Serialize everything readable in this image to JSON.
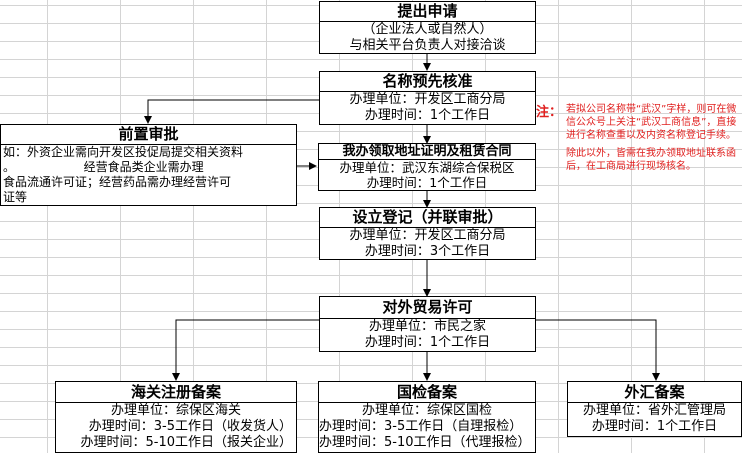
{
  "step_submit": {
    "title": "提出申请",
    "lines": [
      "（企业法人或自然人）",
      "与相关平台负责人对接洽谈"
    ]
  },
  "step_name": {
    "title": "名称预先核准",
    "lines": [
      "办理单位：开发区工商分局",
      "办理时间：1个工作日"
    ]
  },
  "step_preapproval": {
    "title": "前置审批",
    "lines": [
      "如：外资企业需向开发区投促局提交相关资料",
      "。                  经营食品类企业需办理",
      "食品流通许可证；经营药品需办理经营许可",
      "证等"
    ]
  },
  "step_address": {
    "title": "我办领取地址证明及租赁合同",
    "lines": [
      "办理单位：武汉东湖综合保税区",
      "办理时间：1个工作日"
    ]
  },
  "step_register": {
    "title": "设立登记（并联审批）",
    "lines": [
      "办理单位：开发区工商分局",
      "办理时间：3个工作日"
    ]
  },
  "step_trade": {
    "title": "对外贸易许可",
    "lines": [
      "办理单位：市民之家",
      "办理时间：1个工作日"
    ]
  },
  "step_customs": {
    "title": "海关注册备案",
    "lines": [
      "办理单位：综保区海关",
      "办理时间：3-5工作日（收发货人）",
      "办理时间：5-10工作日（报关企业）"
    ]
  },
  "step_inspection": {
    "title": "国检备案",
    "lines": [
      "办理单位：综保区国检",
      "办理时间：3-5工作日（自理报检）",
      "办理时间：5-10工作日（代理报检）"
    ]
  },
  "step_forex": {
    "title": "外汇备案",
    "lines": [
      "办理单位：省外汇管理局",
      "办理时间：1个工作日"
    ]
  },
  "note": {
    "label": "注：",
    "para1": "若拟公司名称带“武汉”字样，则可在微信公众号上关注“武汉工商信息”，直接进行名称查重以及内资名称登记手续。",
    "para2": "除此以外，皆需在我办领取地址联系函后，在工商局进行现场核名。"
  },
  "colors": {
    "note": "#e0201f",
    "border": "#000000",
    "grid": "#d4d4d4"
  }
}
